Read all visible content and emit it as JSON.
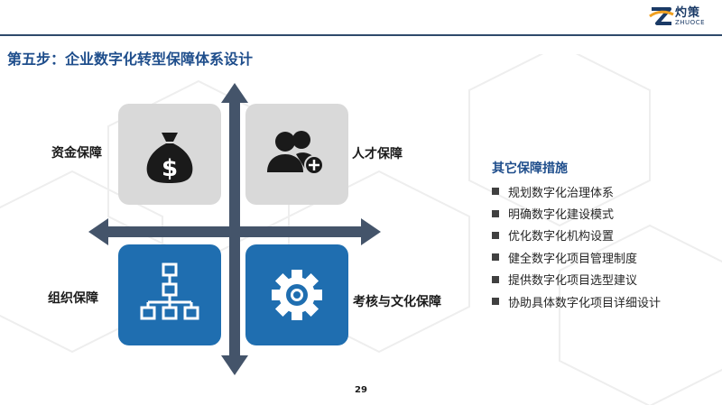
{
  "logo": {
    "text": "灼策",
    "subtext": "ZHUOCE"
  },
  "title": "第五步：企业数字化转型保障体系设计",
  "quadrants": {
    "top_left": {
      "label": "资金保障",
      "icon": "money-bag-icon"
    },
    "top_right": {
      "label": "人才保障",
      "icon": "people-icon"
    },
    "bottom_left": {
      "label": "组织保障",
      "icon": "org-chart-icon"
    },
    "bottom_right": {
      "label": "考核与文化保障",
      "icon": "gear-icon"
    }
  },
  "other_measures": {
    "title": "其它保障措施",
    "items": [
      "规划数字化治理体系",
      "明确数字化建设模式",
      "优化数字化机构设置",
      "健全数字化项目管理制度",
      "提供数字化项目选型建议",
      "协助具体数字化项目详细设计"
    ]
  },
  "page_number": "29",
  "colors": {
    "accent": "#1f4e8c",
    "tile_blue": "#1f6eb0",
    "tile_gray": "#d9d9d9",
    "axis": "#44546a"
  }
}
